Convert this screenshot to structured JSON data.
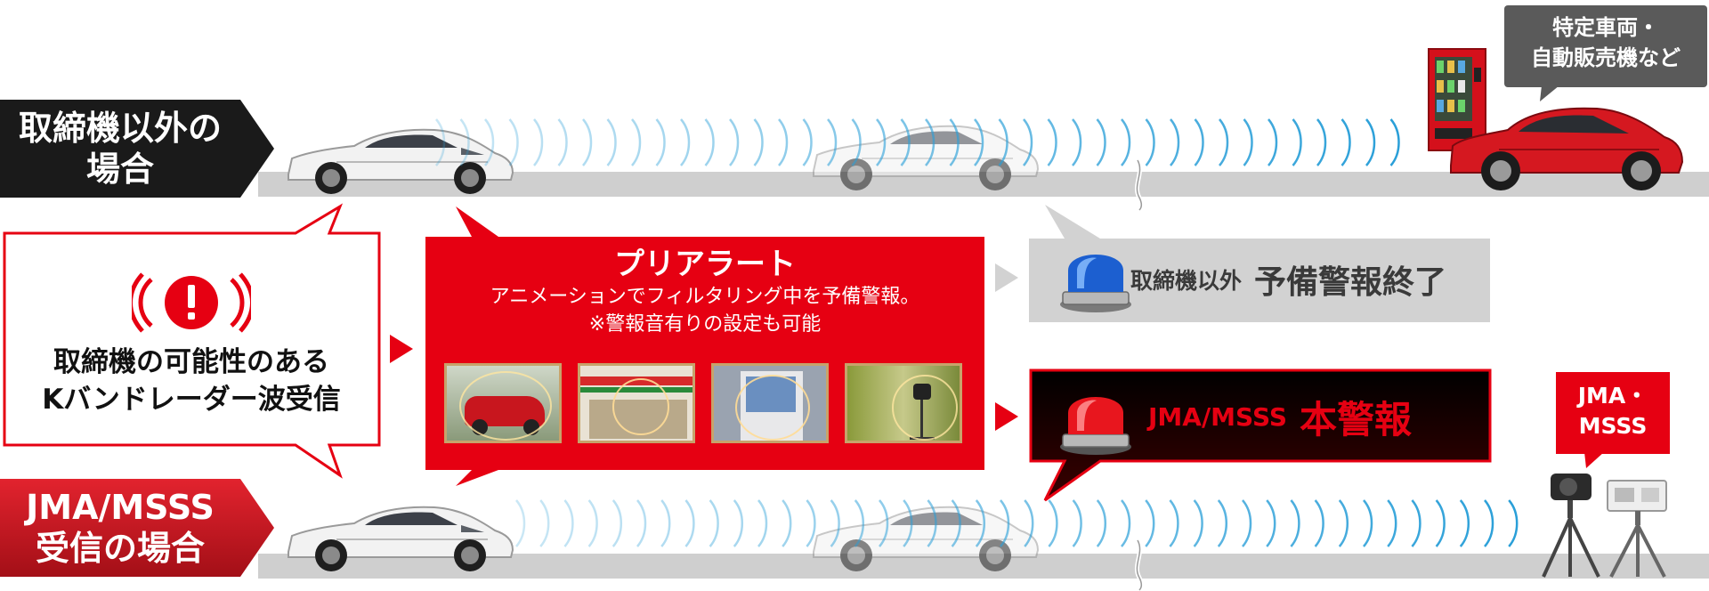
{
  "scenario_top": {
    "label_line1": "取締機以外の",
    "label_line2": "場合"
  },
  "scenario_bottom": {
    "label_line1": "JMA/MSSS",
    "label_line2": "受信の場合"
  },
  "detection": {
    "line1": "取締機の可能性のある",
    "line2": "Kバンドレーダー波受信"
  },
  "prealert": {
    "title": "プリアラート",
    "line1": "アニメーションでフィルタリング中を予備警報。",
    "line2": "※警報音有りの設定も可能",
    "thumbnails": [
      "red-suv-photo",
      "convenience-store-photo",
      "vending-machine-photo",
      "roadside-radar-photo"
    ]
  },
  "end_warning": {
    "small_text": "取締機以外",
    "big_text": "予備警報終了"
  },
  "main_warning": {
    "small_text": "JMA/MSSS",
    "big_text": "本警報"
  },
  "source_top": {
    "line1": "特定車両・",
    "line2": "自動販売機など"
  },
  "source_bottom": {
    "line1": "JMA・",
    "line2": "MSSS"
  },
  "colors": {
    "brand_red": "#e60012",
    "dark": "#1a1a1a",
    "gray_panel": "#d2d2d2",
    "wave_blue": "#2a9fd8",
    "road": "#cfcfcf"
  },
  "icons": [
    "alert-icon",
    "blue-beacon-icon",
    "red-beacon-icon"
  ]
}
